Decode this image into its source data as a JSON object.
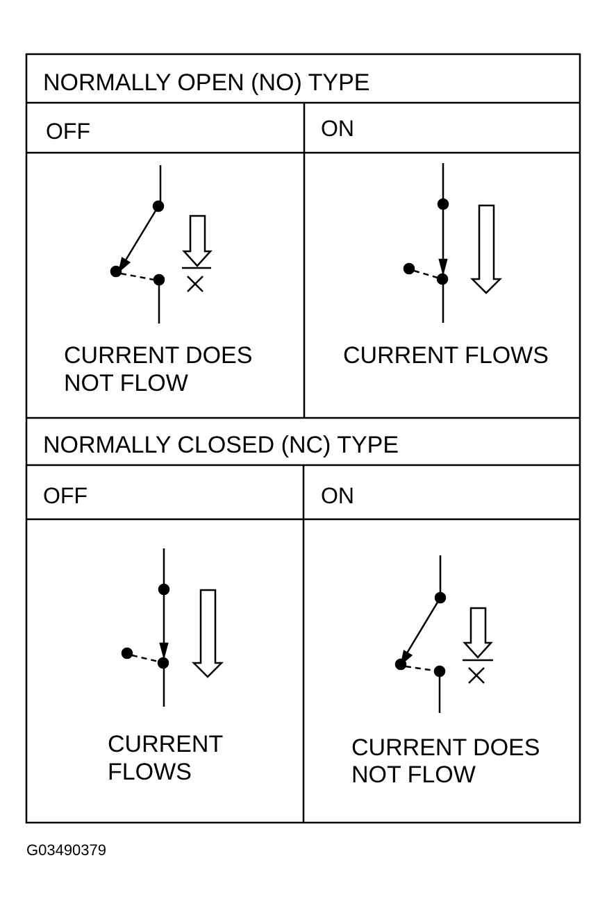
{
  "figure_code": "G03490379",
  "colors": {
    "ink": "#000000",
    "background": "#ffffff"
  },
  "sections": [
    {
      "title": "NORMALLY OPEN (NO) TYPE",
      "panels": [
        {
          "state": "OFF",
          "switch_closed": false,
          "current_flows": false,
          "caption": [
            "CURRENT DOES",
            "NOT FLOW"
          ]
        },
        {
          "state": "ON",
          "switch_closed": true,
          "current_flows": true,
          "caption": [
            "CURRENT FLOWS"
          ]
        }
      ]
    },
    {
      "title": "NORMALLY CLOSED (NC) TYPE",
      "panels": [
        {
          "state": "OFF",
          "switch_closed": true,
          "current_flows": true,
          "caption": [
            "CURRENT",
            "FLOWS"
          ]
        },
        {
          "state": "ON",
          "switch_closed": false,
          "current_flows": false,
          "caption": [
            "CURRENT DOES",
            "NOT FLOW"
          ]
        }
      ]
    }
  ]
}
